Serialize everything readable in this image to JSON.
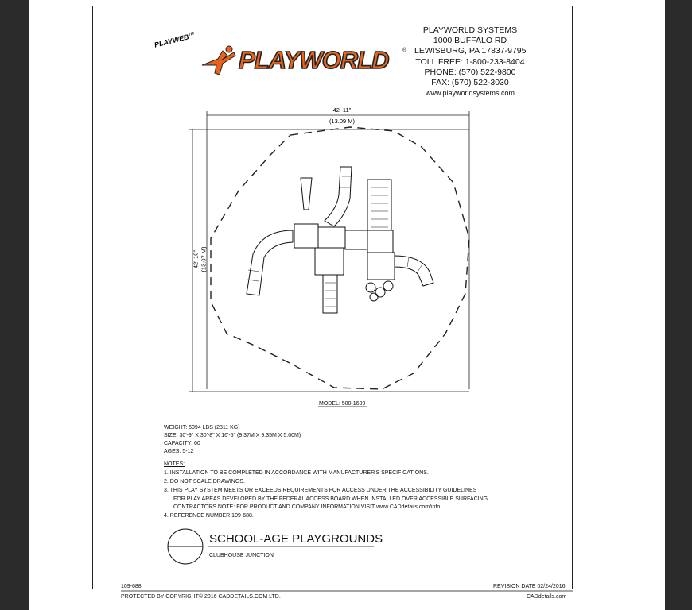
{
  "company": {
    "name": "PLAYWORLD SYSTEMS",
    "address1": "1000 BUFFALO RD",
    "address2": "LEWISBURG, PA 17837-9795",
    "tollfree": "TOLL FREE: 1-800-233-8404",
    "phone": "PHONE: (570) 522-9800",
    "fax": "FAX: (570) 522-3030",
    "website": "www.playworldsystems.com"
  },
  "logo": {
    "playweb": "PLAYWEB",
    "playweb_tm": "TM",
    "wordmark": "PLAYWORLD",
    "reg": "®",
    "accent_color": "#e8631c"
  },
  "drawing": {
    "width_ft": "42'-11\"",
    "width_m": "(13.09 M)",
    "depth_ft": "42'-10\"",
    "depth_m": "(13.07 M)",
    "model": "MODEL: 500-1609"
  },
  "specs": {
    "weight": "WEIGHT: 5094 LBS (2311 KG)",
    "size": "SIZE: 30'-9\" X 30'-8\" X 16'-5\" (9.37M X 9.35M X 5.00M)",
    "capacity": "CAPACITY: 60",
    "ages": "AGES: 5-12"
  },
  "notes": {
    "heading": "NOTES:",
    "n1": "1.  INSTALLATION TO BE COMPLETED IN ACCORDANCE WITH MANUFACTURER'S SPECIFICATIONS.",
    "n2": "2.  DO NOT SCALE DRAWINGS.",
    "n3a": "3.  THIS PLAY SYSTEM MEETS OR EXCEEDS REQUIREMENTS FOR ACCESS UNDER THE ACCESSIBILITY GUIDELINES",
    "n3b": "FOR PLAY AREAS DEVELOPED BY THE FEDERAL ACCESS BOARD WHEN INSTALLED OVER ACCESSIBLE SURFACING.",
    "n3c": "CONTRACTORS NOTE: FOR PRODUCT AND COMPANY INFORMATION VISIT www.CADdetails.com/info",
    "n4": "4.  REFERENCE NUMBER 109-688."
  },
  "title_block": {
    "title": "SCHOOL-AGE PLAYGROUNDS",
    "subtitle": "CLUBHOUSE JUNCTION",
    "ref": "109-688",
    "revision": "REVISION DATE 02/24/2016"
  },
  "footer": {
    "copyright": "PROTECTED BY COPYRIGHT© 2016 CADDETAILS.COM LTD.",
    "site": "CADdetails.com"
  }
}
